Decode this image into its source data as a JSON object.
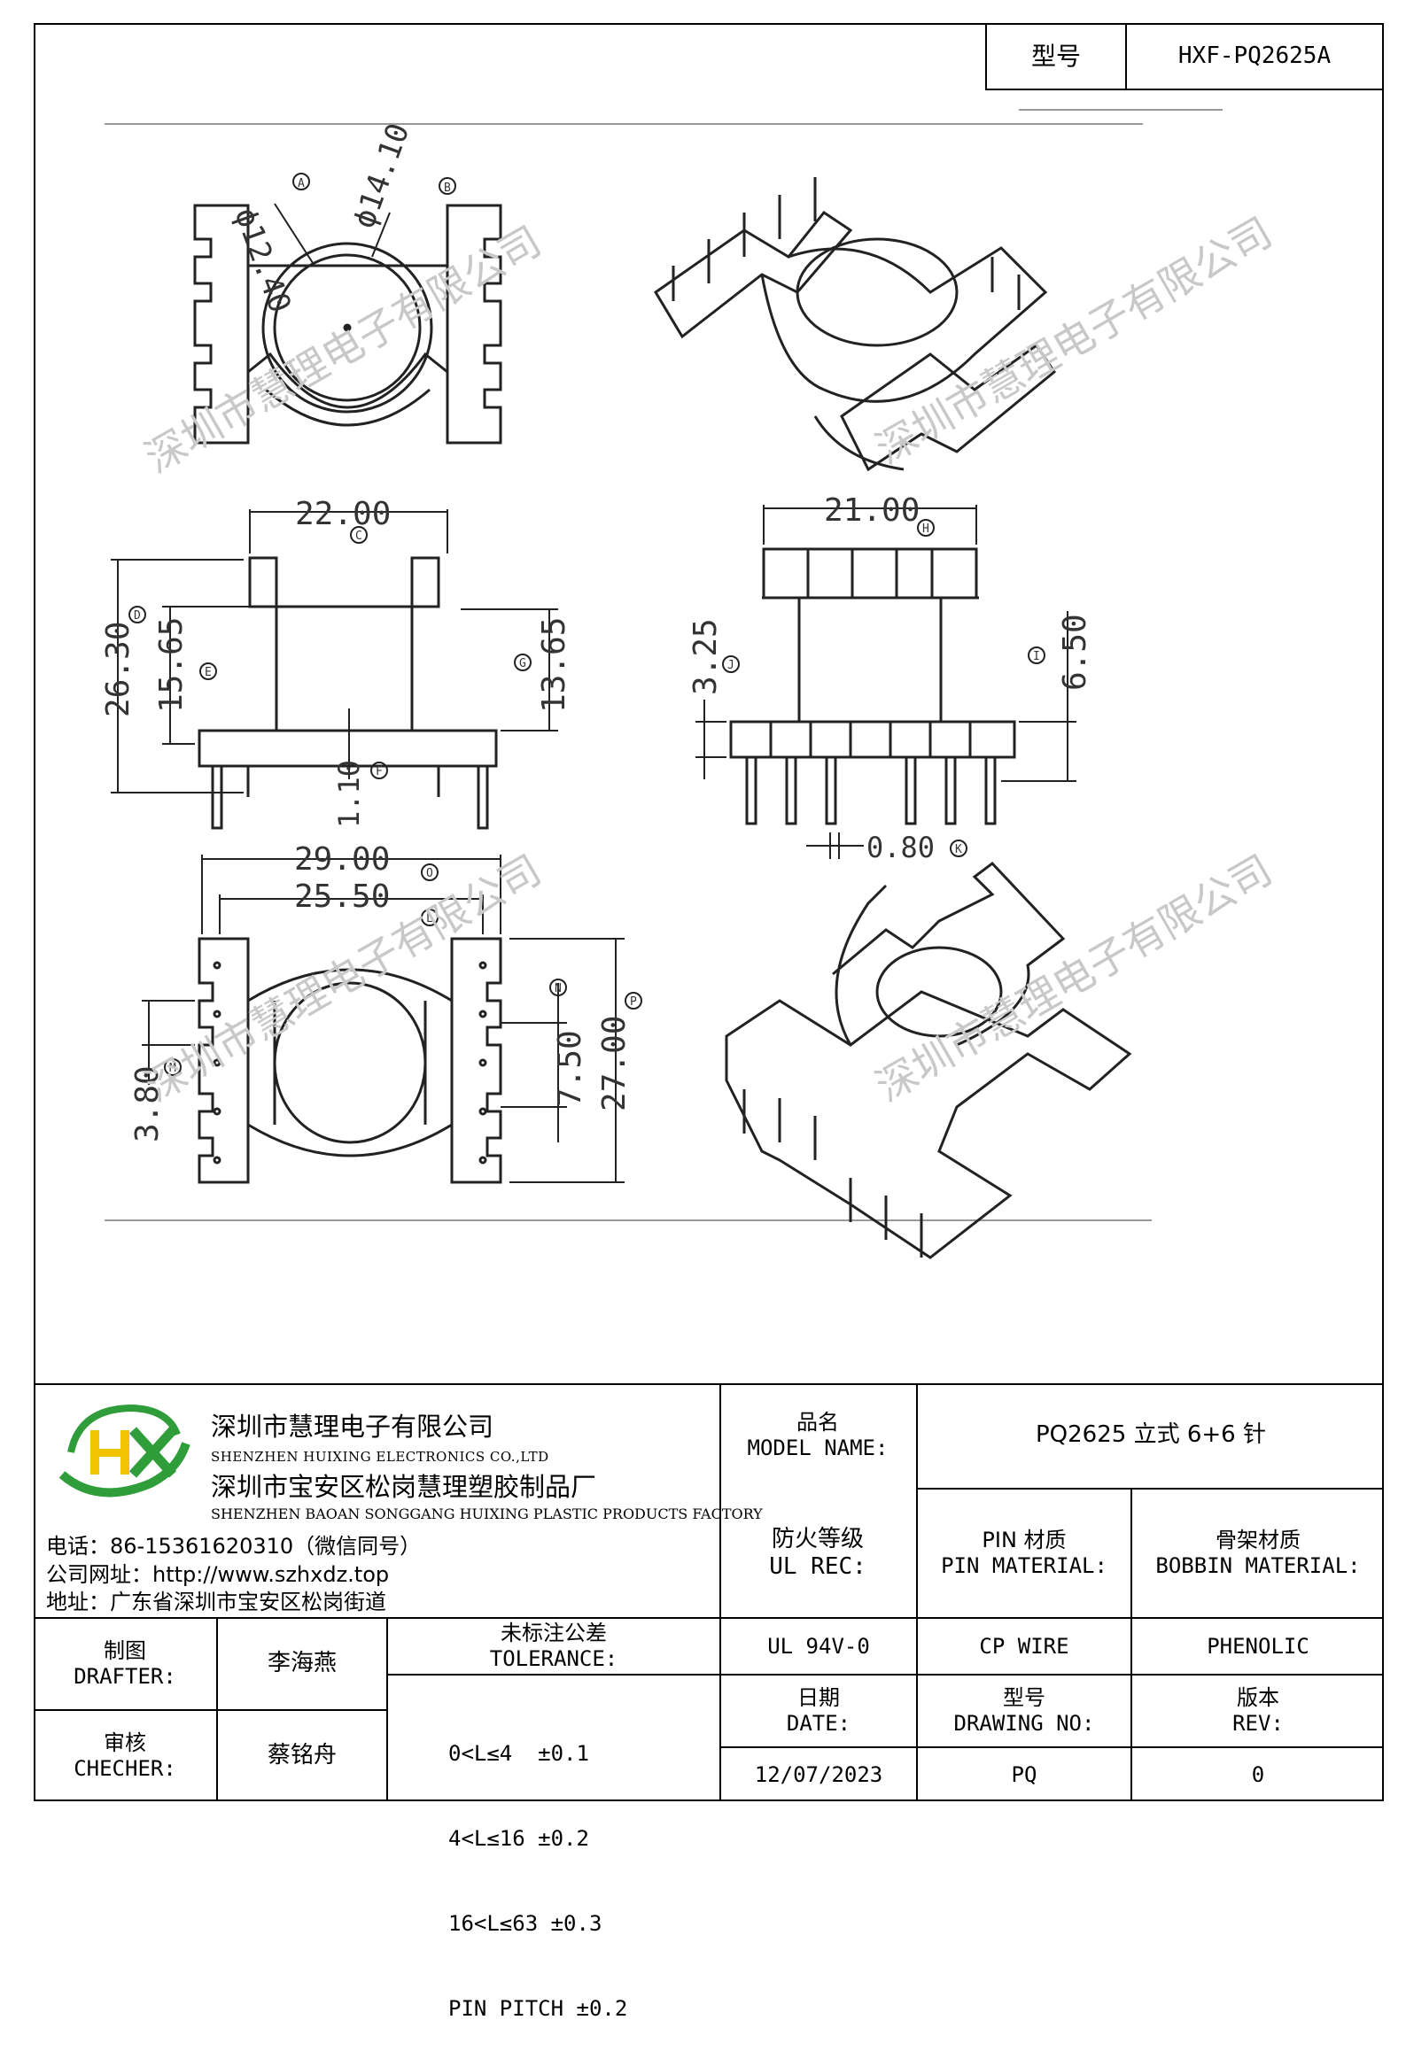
{
  "header": {
    "model_label": "型号",
    "model_value": "HXF-PQ2625A"
  },
  "dimensions": {
    "top_view": {
      "d_inner": "ϕ12.40",
      "d_inner_tag": "A",
      "d_outer": "ϕ14.10",
      "d_outer_tag": "B"
    },
    "front_view": {
      "width": "22.00",
      "width_tag": "C",
      "height_total": "26.30",
      "height_total_tag": "D",
      "height_body": "15.65",
      "height_body_tag": "E",
      "flange": "1.10",
      "flange_tag": "F",
      "height_inner": "13.65",
      "height_inner_tag": "G"
    },
    "side_view": {
      "width": "21.00",
      "width_tag": "H",
      "base_h": "3.25",
      "base_h_tag": "J",
      "pin_len": "6.50",
      "pin_len_tag": "I",
      "pin_w": "0.80",
      "pin_w_tag": "K"
    },
    "bottom_view": {
      "w_total": "29.00",
      "w_total_tag": "O",
      "w_inner": "25.50",
      "w_inner_tag": "L",
      "pitch": "3.80",
      "pitch_tag": "M",
      "span": "7.50",
      "span_tag": "N",
      "h_total": "27.00",
      "h_total_tag": "P"
    }
  },
  "watermark": "深圳市慧理电子有限公司",
  "company": {
    "logo_text": "HX",
    "name_cn": "深圳市慧理电子有限公司",
    "name_en": "SHENZHEN HUIXING ELECTRONICS CO.,LTD",
    "factory_cn": "深圳市宝安区松岗慧理塑胶制品厂",
    "factory_en": "SHENZHEN BAOAN SONGGANG HUIXING PLASTIC PRODUCTS FACTORY",
    "phone": "电话：86-15361620310（微信同号）",
    "website": "公司网址：http://www.szhxdz.top",
    "address": "地址：广东省深圳市宝安区松岗街道"
  },
  "title_block": {
    "model_name_cn": "品名",
    "model_name_en": "MODEL NAME:",
    "model_name_value": "PQ2625 立式 6+6 针",
    "ul_cn": "防火等级",
    "ul_en": "UL REC:",
    "pin_mat_cn": "PIN 材质",
    "pin_mat_en": "PIN MATERIAL:",
    "bobbin_mat_cn": "骨架材质",
    "bobbin_mat_en": "BOBBIN MATERIAL:",
    "ul_value": "UL 94V-0",
    "pin_mat_value": "CP WIRE",
    "bobbin_mat_value": "PHENOLIC",
    "drafter_cn": "制图",
    "drafter_en": "DRAFTER:",
    "drafter_name": "李海燕",
    "checker_cn": "审核",
    "checker_en": "CHECHER:",
    "checker_name": "蔡铭舟",
    "tolerance_cn": "未标注公差",
    "tolerance_en": "TOLERANCE:",
    "tolerances": [
      "0<L≤4  ±0.1",
      "4<L≤16 ±0.2",
      "16<L≤63 ±0.3",
      "PIN PITCH ±0.2"
    ],
    "date_cn": "日期",
    "date_en": "DATE:",
    "date_value": "12/07/2023",
    "drawing_no_cn": "型号",
    "drawing_no_en": "DRAWING NO:",
    "drawing_no_value": "PQ",
    "rev_cn": "版本",
    "rev_en": "REV:",
    "rev_value": "0"
  },
  "colors": {
    "logo_green": "#2f9e3a",
    "logo_yellow": "#f2c300",
    "watermark": "#c8c8c8"
  }
}
